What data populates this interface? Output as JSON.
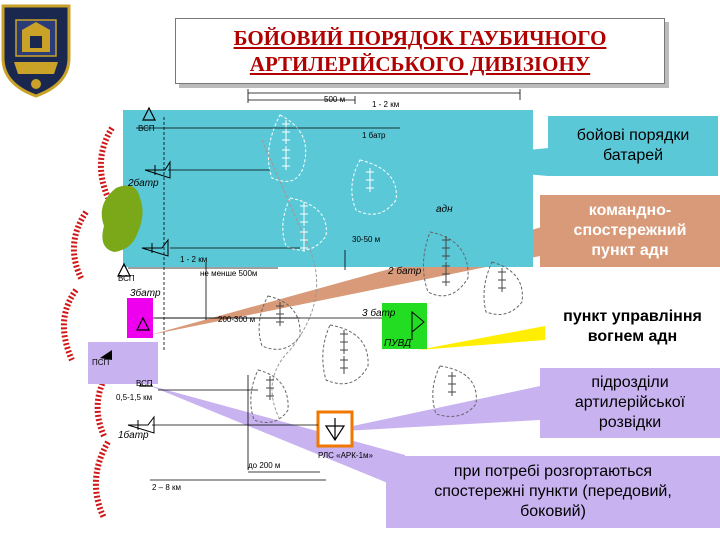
{
  "title": {
    "line1": "БОЙОВИЙ ПОРЯДОК ГАУБИЧНОГО",
    "line2": "АРТИЛЕРІЙСЬКОГО ДИВІЗІОНУ"
  },
  "callouts": {
    "battery_orders": "бойові порядки батарей",
    "command_post_line1": "командно-",
    "command_post_line2": "спостережний",
    "command_post_line3": "пункт адн",
    "fire_control_line1": "пункт управління",
    "fire_control_line2": "вогнем адн",
    "recon_line1": "підрозділи",
    "recon_line2": "артилерійської",
    "recon_line3": "розвідки",
    "observation_line1": "при потребі розгортаються",
    "observation_line2": "спостережні пункти (передовий,",
    "observation_line3": "боковий)"
  },
  "map_labels": {
    "dist_500": "500 м",
    "dist_1_2_top": "1 - 2 км",
    "vsp_top": "ВСП",
    "bat1": "1 батр",
    "bat2_left": "2батр",
    "adn": "адн",
    "dist_30_50": "30-50 м",
    "dist_1_2_mid": "1 - 2 км",
    "vsp_mid": "ВСП",
    "not_less_500": "не менше 500м",
    "bat2_mid": "2 батр",
    "bat3_left": "3батр",
    "dist_200_300": "200-300 м",
    "bat3_mid": "3 батр",
    "puvd": "ПУВД",
    "psp": "ПСП",
    "vsp_low": "ВСП",
    "dist_05_15": "0,5-1,5 км",
    "bat1_left": "1батр",
    "radar": "РЛС «АРК-1м»",
    "dist_200": "до 200 м",
    "dist_2_8": "2 – 8 км"
  },
  "colors": {
    "title_red": "#b00000",
    "cyan_area": "#5bc8d8",
    "salmon": "#d89a78",
    "magenta": "#ee00ee",
    "green": "#22dd22",
    "lavender": "#c8b2f0",
    "ridge_red": "#d01818",
    "forest_green": "#7aa818",
    "yellow_link": "#ffee00"
  },
  "icons": [
    "emblem-icon",
    "observation-post-icon",
    "gun-position-icon",
    "radar-icon",
    "flag-icon",
    "forest-icon",
    "ridge-icon"
  ]
}
